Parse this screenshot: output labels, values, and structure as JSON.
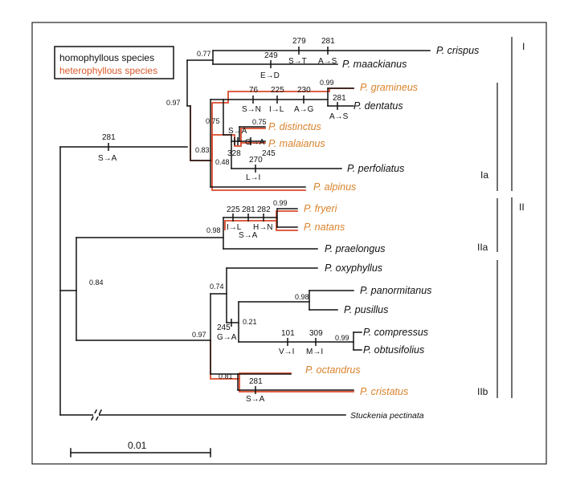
{
  "legend": {
    "homophyllous": "homophyllous species",
    "heterophyllous": "heterophyllous species",
    "homophyllous_color": "#111111",
    "heterophyllous_color": "#d9582b"
  },
  "taxa": {
    "crispus": "P. crispus",
    "maackianus": "P. maackianus",
    "gramineus": "P. gramineus",
    "dentatus": "P. dentatus",
    "distinctus": "P. distinctus",
    "malaianus": "P. malaianus",
    "perfoliatus": "P. perfoliatus",
    "alpinus": "P. alpinus",
    "fryeri": "P. fryeri",
    "natans": "P. natans",
    "praelongus": "P. praelongus",
    "oxyphyllus": "P. oxyphyllus",
    "panormitanus": "P. panormitanus",
    "pusillus": "P. pusillus",
    "compressus": "P. compressus",
    "obtusifolius": "P. obtusifolius",
    "octandrus": "P. octandrus",
    "cristatus": "P. cristatus",
    "outgroup": "Stuckenia pectinata"
  },
  "taxon_colors": {
    "homophyllous": "#111111",
    "heterophyllous": "#d9822b"
  },
  "support": {
    "s077": "0.77",
    "s097a": "0.97",
    "s099a": "0.99",
    "s075a": "0.75",
    "s075b": "0.75",
    "s083": "0.83",
    "s048": "0.48",
    "s099b": "0.99",
    "s098a": "0.98",
    "s084": "0.84",
    "s074": "0.74",
    "s098b": "0.98",
    "s021": "0.21",
    "s099c": "0.99",
    "s097b": "0.97",
    "s081": "0.81"
  },
  "mutations": {
    "m_root": {
      "pos": "281",
      "sub": "S→A"
    },
    "m_crispus_279": {
      "pos": "279",
      "sub": "S→T"
    },
    "m_crispus_281": {
      "pos": "281",
      "sub": "A→S"
    },
    "m_maack": {
      "pos": "249",
      "sub": "E→D"
    },
    "m_gd_76": {
      "pos": "76",
      "sub": "S→N"
    },
    "m_gd_225": {
      "pos": "225",
      "sub": "I→L"
    },
    "m_gd_230": {
      "pos": "230",
      "sub": "A→G"
    },
    "m_dent": {
      "pos": "281",
      "sub": "A→S"
    },
    "m_dm_sa": {
      "pos": "",
      "sub": "S→A"
    },
    "m_mal_ga": {
      "pos": "",
      "sub": "G→A"
    },
    "m_dm_328": {
      "pos": "328",
      "sub": ""
    },
    "m_mal_245": {
      "pos": "245",
      "sub": ""
    },
    "m_perf": {
      "pos": "270",
      "sub": "L→I"
    },
    "m_fn_225": {
      "pos": "225",
      "sub": "I→L"
    },
    "m_fn_281": {
      "pos": "281",
      "sub": "S→A"
    },
    "m_fn_282": {
      "pos": "282",
      "sub": "H→N"
    },
    "m_iib": {
      "pos": "245",
      "sub": "G→A"
    },
    "m_comp_101": {
      "pos": "101",
      "sub": "V→I"
    },
    "m_comp_309": {
      "pos": "309",
      "sub": "M→I"
    },
    "m_crist": {
      "pos": "281",
      "sub": "S→A"
    }
  },
  "clades": {
    "I": "I",
    "Ia": "Ia",
    "II": "II",
    "IIa": "IIa",
    "IIb": "IIb"
  },
  "scale_bar": {
    "label": "0.01"
  }
}
